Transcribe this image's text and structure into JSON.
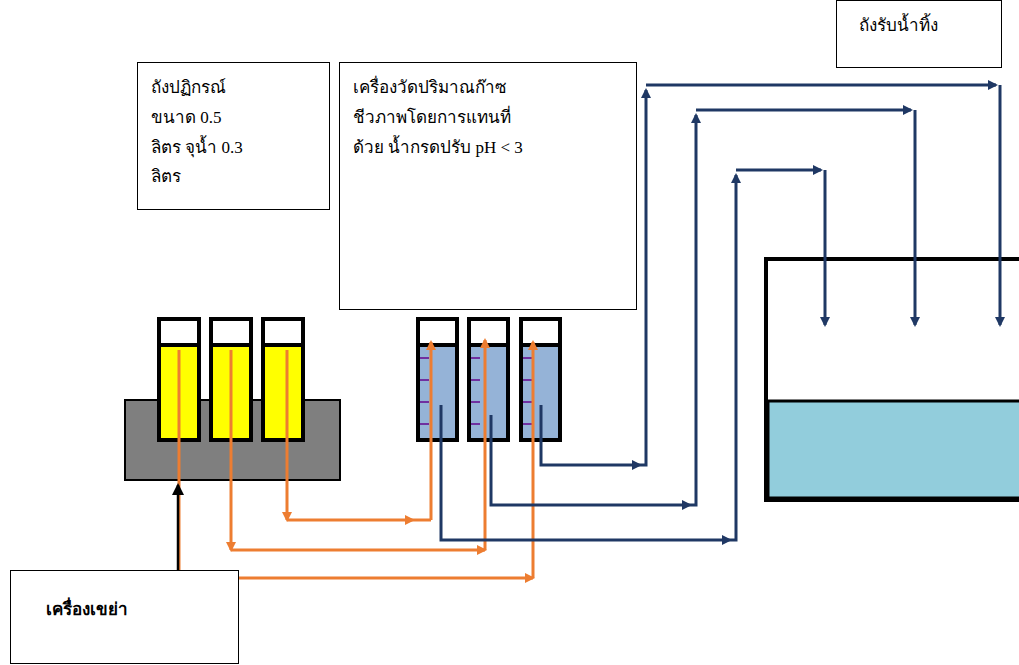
{
  "diagram": {
    "nodes": [
      {
        "text": [
          "ถังปฏิกรณ์ ขนาด 0.5 ลิตร จุน้ำ 0.3 ลิตร"
        ]
      },
      {
        "text": [
          "เครื่องวัดปริมาณก๊าซ ชีวภาพโดยการแทนที่ด้วย น้ำกรดปรับ pH < 3"
        ]
      },
      {
        "text": [
          "ถังรับน้ำทิ้ง"
        ]
      },
      {
        "text": [
          "เครื่องเขย่า"
        ]
      }
    ]
  }
}
